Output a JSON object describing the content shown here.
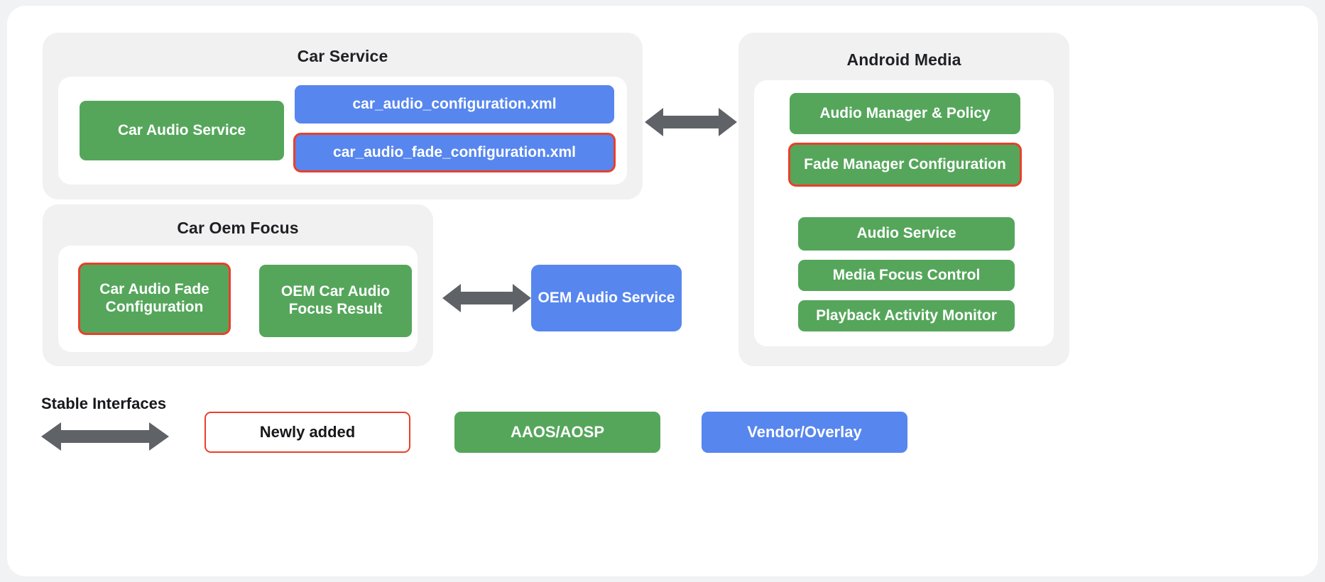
{
  "colors": {
    "green": "#55A65B",
    "blue": "#5786EE",
    "red_outline": "#E8402A",
    "arrow_gray": "#5F6368",
    "panel_gray": "#F1F1F1",
    "card_white": "#FFFFFF",
    "page_bg": "#F1F2F4",
    "title_text": "#1F2023"
  },
  "groups": {
    "car_service": {
      "title": "Car Service",
      "nodes": [
        {
          "label": "Car Audio Service",
          "style": "green",
          "outlined": false
        },
        {
          "label": "car_audio_configuration.xml",
          "style": "blue",
          "outlined": false
        },
        {
          "label": "car_audio_fade_configuration.xml",
          "style": "blue",
          "outlined": true
        }
      ]
    },
    "car_oem_focus": {
      "title": "Car Oem Focus",
      "nodes": [
        {
          "label": "Car Audio Fade Configuration",
          "style": "green",
          "outlined": true
        },
        {
          "label": "OEM Car Audio Focus Result",
          "style": "green",
          "outlined": false
        }
      ]
    },
    "android_media": {
      "title": "Android Media",
      "nodes": [
        {
          "label": "Audio Manager & Policy",
          "style": "green",
          "outlined": false
        },
        {
          "label": "Fade Manager Configuration",
          "style": "green",
          "outlined": true
        },
        {
          "label": "Audio Service",
          "style": "green",
          "outlined": false
        },
        {
          "label": "Media Focus Control",
          "style": "green",
          "outlined": false
        },
        {
          "label": "Playback Activity Monitor",
          "style": "green",
          "outlined": false
        }
      ]
    }
  },
  "standalone": {
    "oem_audio_service": {
      "label": "OEM Audio Service",
      "style": "blue"
    }
  },
  "connectors": [
    {
      "name": "car-service-to-android-media",
      "kind": "double-arrow"
    },
    {
      "name": "car-oem-focus-to-oem-audio-service",
      "kind": "double-arrow"
    }
  ],
  "legend": {
    "stable_interfaces_label": "Stable Interfaces",
    "items": [
      {
        "label": "Newly added",
        "style": "outline"
      },
      {
        "label": "AAOS/AOSP",
        "style": "green"
      },
      {
        "label": "Vendor/Overlay",
        "style": "blue"
      }
    ]
  }
}
